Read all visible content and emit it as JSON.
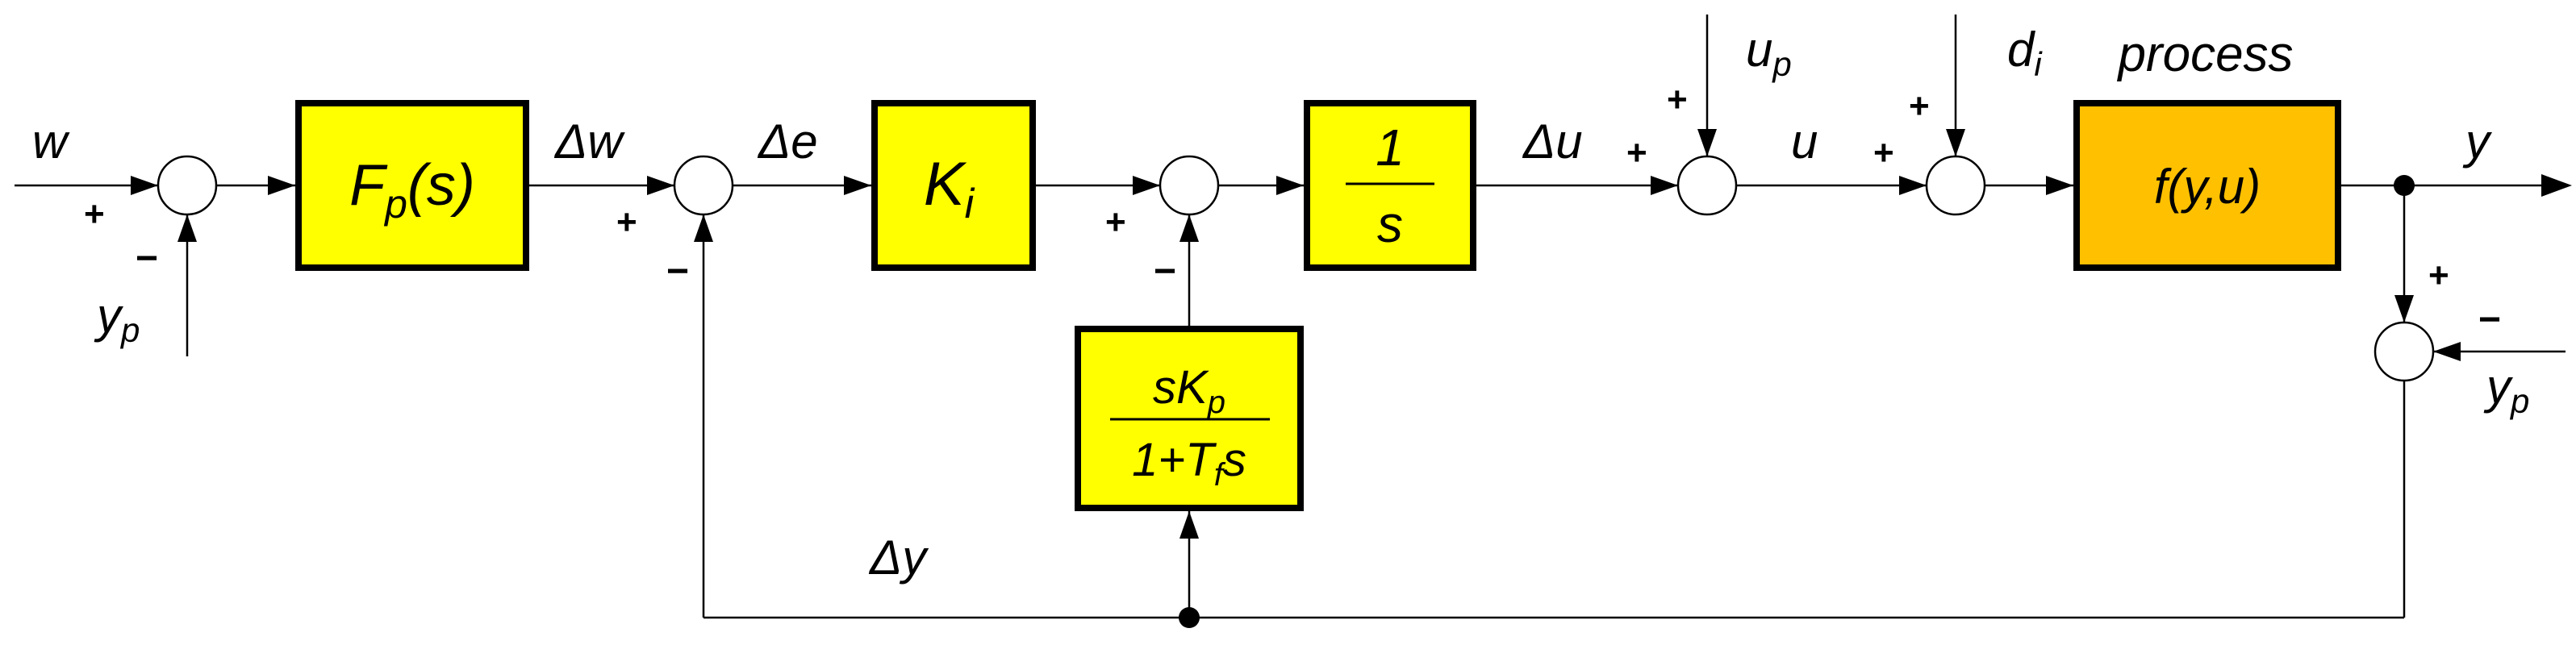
{
  "colors": {
    "block_fill": "#ffff00",
    "process_fill": "#ffc000",
    "line": "#000000",
    "background": "#ffffff"
  },
  "blocks": {
    "prefilter": {
      "main": "F",
      "sub": "p",
      "tail": "(s)"
    },
    "integral_gain": {
      "main": "K",
      "sub": "i"
    },
    "integrator": {
      "numerator": "1",
      "denominator": "s"
    },
    "derivative": {
      "num_a": "sK",
      "num_sub": "p",
      "den_a": "1+T",
      "den_sub": "f",
      "den_b": "s"
    },
    "process": {
      "title": "process",
      "label": "f(y,u)"
    }
  },
  "signals": {
    "w": "w",
    "delta_w": "Δw",
    "delta_e": "Δe",
    "delta_u": "Δu",
    "u": "u",
    "y": "y",
    "delta_y": "Δy",
    "u_p": {
      "main": "u",
      "sub": "p"
    },
    "d_i": {
      "main": "d",
      "sub": "i"
    },
    "y_p_left": {
      "main": "y",
      "sub": "p"
    },
    "y_p_right": {
      "main": "y",
      "sub": "p"
    }
  },
  "signs": {
    "plus": "+",
    "minus": "−"
  }
}
